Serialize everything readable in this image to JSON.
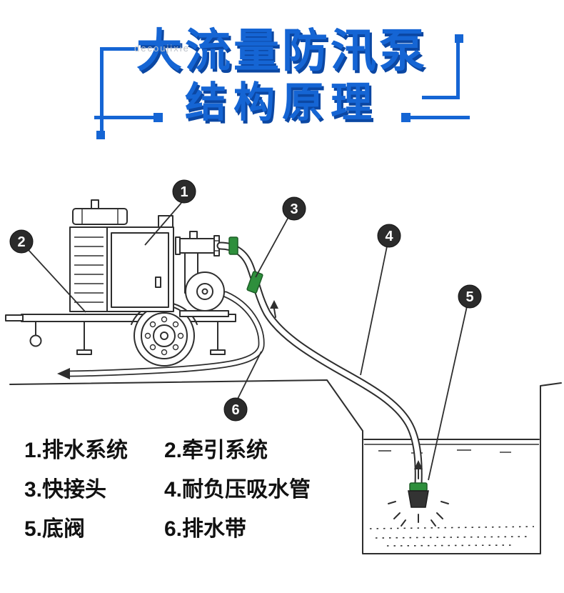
{
  "header": {
    "watermark": "decoujixie",
    "title_line1": "大流量防汛泵",
    "title_line2": "结构原理"
  },
  "colors": {
    "title_blue": "#1565d4",
    "title_shadow": "#0b47a3",
    "line_art": "#2e2e2e",
    "coupling_green": "#2e8f3c",
    "badge_fill": "#2b2b2b",
    "badge_text": "#ffffff",
    "background": "#ffffff"
  },
  "diagram": {
    "callouts": [
      {
        "num": "1",
        "label": "排水系统"
      },
      {
        "num": "2",
        "label": "牵引系统"
      },
      {
        "num": "3",
        "label": "快接头"
      },
      {
        "num": "4",
        "label": "耐负压吸水管"
      },
      {
        "num": "5",
        "label": "底阀"
      },
      {
        "num": "6",
        "label": "排水带"
      }
    ]
  },
  "legend": {
    "items": [
      "1.排水系统",
      "2.牵引系统",
      "3.快接头",
      "4.耐负压吸水管",
      "5.底阀",
      "6.排水带"
    ]
  }
}
